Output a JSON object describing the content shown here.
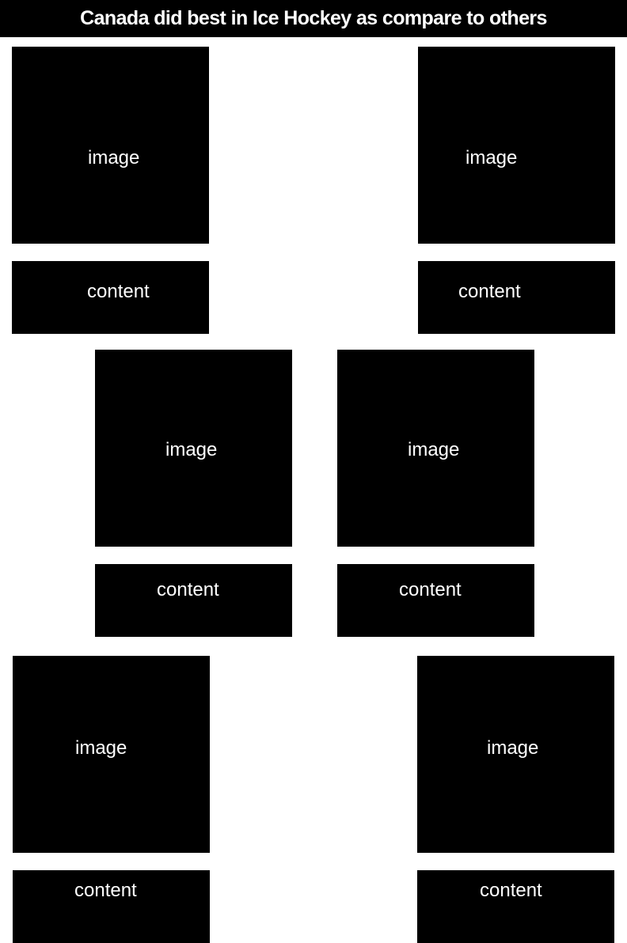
{
  "header": {
    "title": "Canada did best in Ice Hockey as compare to others"
  },
  "cards": [
    {
      "image_label": "image",
      "content_label": "content"
    },
    {
      "image_label": "image",
      "content_label": "content"
    },
    {
      "image_label": "image",
      "content_label": "content"
    },
    {
      "image_label": "image",
      "content_label": "content"
    },
    {
      "image_label": "image",
      "content_label": "content"
    },
    {
      "image_label": "image",
      "content_label": "content"
    }
  ],
  "colors": {
    "background": "#ffffff",
    "block": "#000000",
    "text": "#ffffff"
  }
}
